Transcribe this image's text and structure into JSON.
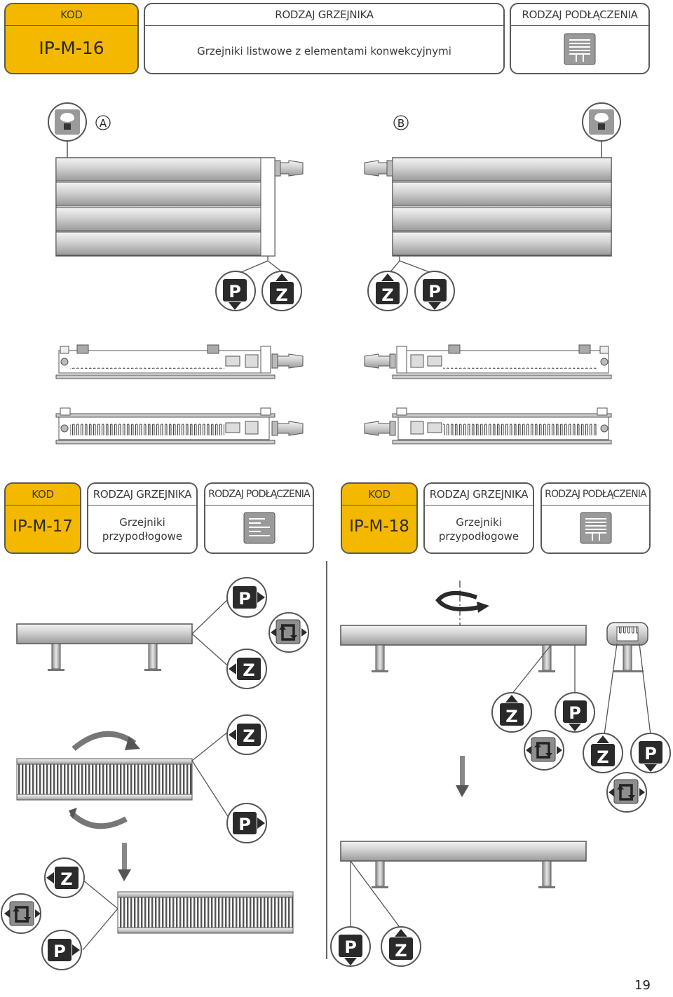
{
  "top": {
    "kod_label": "KOD",
    "code": "IP-M-16",
    "type_label": "RODZAJ GRZEJNIKA",
    "type_desc": "Grzejniki listwowe z elementami konwekcyjnymi",
    "conn_label": "RODZAJ PODŁĄCZENIA",
    "variant_a": "A",
    "variant_b": "B"
  },
  "left": {
    "kod_label": "KOD",
    "code": "IP-M-17",
    "type_label": "RODZAJ GRZEJNIKA",
    "type_desc_1": "Grzejniki",
    "type_desc_2": "przypodłogowe",
    "conn_label": "RODZAJ PODŁĄCZENIA"
  },
  "right": {
    "kod_label": "KOD",
    "code": "IP-M-18",
    "type_label": "RODZAJ GRZEJNIKA",
    "type_desc_1": "Grzejniki",
    "type_desc_2": "przypodłogowe",
    "conn_label": "RODZAJ PODŁĄCZENIA"
  },
  "badges": {
    "supply": "P",
    "return": "Z"
  },
  "page_number": "19",
  "colors": {
    "accent": "#f5b800",
    "badge": "#2a2a2a",
    "outline": "#5a5a5a"
  }
}
